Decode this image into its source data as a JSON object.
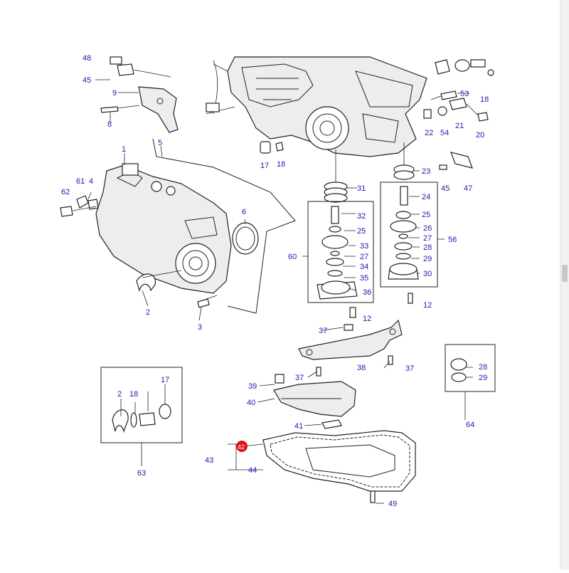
{
  "diagram": {
    "callouts": [
      "48",
      "45",
      "9",
      "8",
      "17",
      "18",
      "1",
      "5",
      "4",
      "61",
      "62",
      "6",
      "2",
      "3",
      "53",
      "18",
      "22",
      "54",
      "21",
      "20",
      "23",
      "45",
      "47",
      "31",
      "24",
      "25",
      "26",
      "27",
      "28",
      "29",
      "30",
      "56",
      "12",
      "32",
      "25",
      "33",
      "27",
      "34",
      "35",
      "36",
      "60",
      "12",
      "37",
      "38",
      "37",
      "37",
      "39",
      "40",
      "41",
      "42",
      "43",
      "44",
      "49",
      "2",
      "18",
      "17",
      "63",
      "28",
      "29",
      "64"
    ],
    "highlight_color": "#e11010",
    "label_color": "#1b1bb0"
  }
}
